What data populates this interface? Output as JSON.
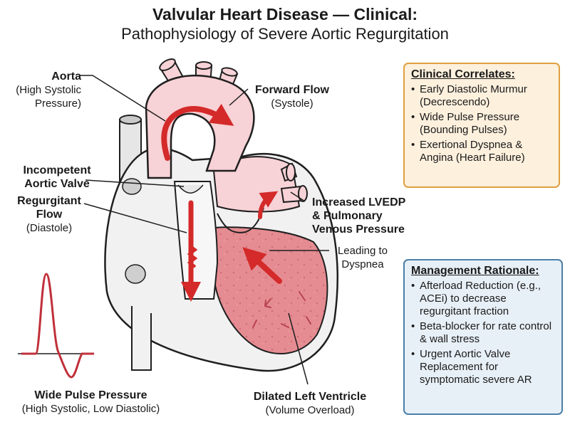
{
  "title": {
    "line1": "Valvular Heart Disease — Clinical:",
    "line2": "Pathophysiology of Severe Aortic Regurgitation"
  },
  "labels": {
    "aorta": {
      "title": "Aorta",
      "sub1": "(High Systolic",
      "sub2": "Pressure)"
    },
    "forward_flow": {
      "title": "Forward Flow",
      "sub": "(Systole)"
    },
    "incompetent_valve": {
      "line1": "Incompetent",
      "line2": "Aortic Valve"
    },
    "regurgitant_flow": {
      "line1": "Regurgitant",
      "line2": "Flow",
      "sub": "(Diastole)"
    },
    "lvedp": {
      "line1": "Increased LVEDP",
      "line2": "& Pulmonary",
      "line3": "Venous Pressure"
    },
    "dyspnea": {
      "line1": "Leading to",
      "line2": "Dyspnea"
    },
    "dilated_lv": {
      "title": "Dilated Left Ventricle",
      "sub": "(Volume Overload)"
    },
    "pulse_pressure": {
      "title": "Wide Pulse Pressure",
      "sub": "(High Systolic, Low Diastolic)"
    }
  },
  "clinical_correlates": {
    "heading": "Clinical Correlates:",
    "items": [
      "Early Diastolic Murmur (Decrescendo)",
      "Wide Pulse Pressure (Bounding Pulses)",
      "Exertional Dyspnea & Angina (Heart Failure)"
    ],
    "border_color": "#e0a040",
    "bg_color": "#fdf0dd"
  },
  "management": {
    "heading": "Management Rationale:",
    "items": [
      "Afterload Reduction (e.g., ACEi) to decrease regurgitant fraction",
      "Beta-blocker for rate control & wall stress",
      "Urgent Aortic Valve Replacement for symptomatic severe AR"
    ],
    "border_color": "#4a7fa8",
    "bg_color": "#e8f0f7"
  },
  "colors": {
    "arrow": "#d42a2a",
    "aorta_fill": "#f7d2d6",
    "lv_fill": "#e58c92",
    "heart_outline": "#1f1f1f",
    "waveform": "#c0303a"
  }
}
